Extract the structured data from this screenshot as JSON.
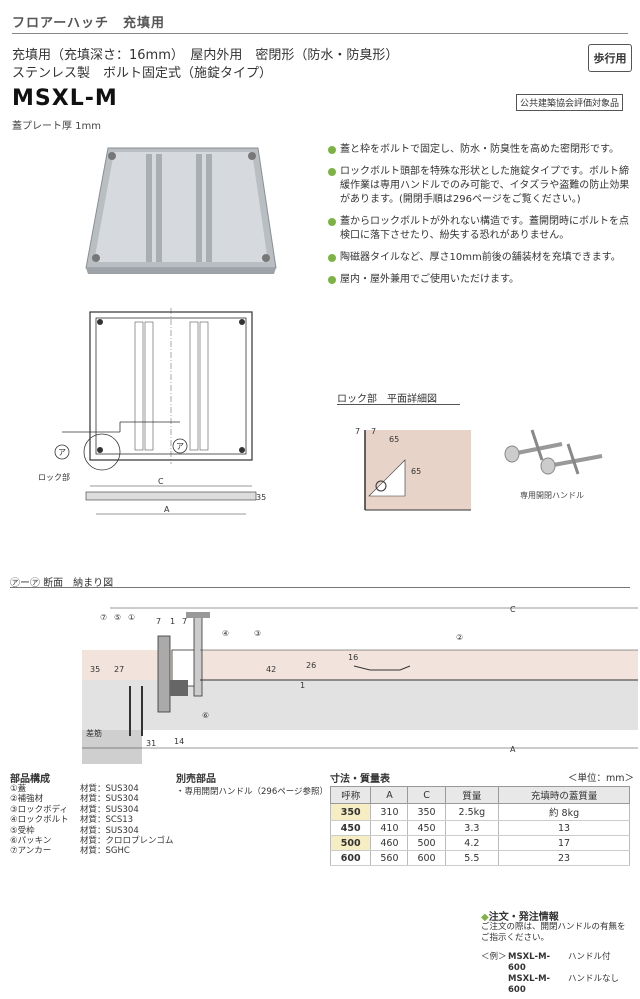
{
  "header": {
    "category": "フロアーハッチ　充填用",
    "spec_line1": "充填用（充填深さ：16mm）　屋内外用　密閉形（防水・防臭形）",
    "spec_line2": "ステンレス製　ボルト固定式（施錠タイプ）",
    "walk_badge": "歩行用",
    "model": "MSXL-M",
    "kouko_badge": "公共建築協会評価対象品",
    "plate_thickness": "蓋プレート厚 1mm"
  },
  "features": [
    "蓋と枠をボルトで固定し、防水・防臭性を高めた密閉形です。",
    "ロックボルト頭部を特殊な形状とした施錠タイプです。ボルト締緩作業は専用ハンドルでのみ可能で、イタズラや盗難の防止効果があります。(開閉手順は296ページをご覧ください。)",
    "蓋からロックボルトが外れない構造です。蓋開閉時にボルトを点検口に落下させたり、紛失する恐れがありません。",
    "陶磁器タイルなど、厚さ10mm前後の舗装材を充填できます。",
    "屋内・屋外兼用でご使用いただけます。"
  ],
  "plan_drawing": {
    "section_mark_a": "ア",
    "lock_label": "ロック部",
    "dim_c": "C",
    "dim_a": "A",
    "dim_35": "35"
  },
  "lock_detail": {
    "title": "ロック部　平面詳細図",
    "dim_7a": "7",
    "dim_7b": "7",
    "dim_65a": "65",
    "dim_65b": "65",
    "handle_caption": "専用開閉ハンドル"
  },
  "section": {
    "title": "㋐ー㋐ 断面　納まり図",
    "callouts": [
      "⑦",
      "⑤",
      "①",
      "②",
      "③",
      "④",
      "⑥"
    ],
    "dims": {
      "d7a": "7",
      "d1": "1",
      "d7b": "7",
      "d35": "35",
      "d27": "27",
      "d42": "42",
      "d26": "26",
      "d16": "16",
      "d1b": "1",
      "d31": "31",
      "d14": "14",
      "c": "C",
      "a": "A"
    },
    "rebar_label": "差筋"
  },
  "parts": {
    "title": "部品構成",
    "items": [
      {
        "name": "①蓋",
        "material": "材質：SUS304"
      },
      {
        "name": "②補強材",
        "material": "材質：SUS304"
      },
      {
        "name": "③ロックボディ",
        "material": "材質：SUS304"
      },
      {
        "name": "④ロックボルト",
        "material": "材質：SCS13"
      },
      {
        "name": "⑤受枠",
        "material": "材質：SUS304"
      },
      {
        "name": "⑥パッキン",
        "material": "材質：クロロプレンゴム"
      },
      {
        "name": "⑦アンカー",
        "material": "材質：SGHC"
      }
    ]
  },
  "optional": {
    "title": "別売部品",
    "item": "・専用開閉ハンドル（296ページ参照）"
  },
  "spec_table": {
    "title": "寸法・質量表",
    "unit": "＜単位：mm＞",
    "headers": [
      "呼称",
      "A",
      "C",
      "質量",
      "充填時の蓋質量"
    ],
    "rows": [
      [
        "350",
        "310",
        "350",
        "2.5kg",
        "約 8kg"
      ],
      [
        "450",
        "410",
        "450",
        "3.3",
        "13"
      ],
      [
        "500",
        "460",
        "500",
        "4.2",
        "17"
      ],
      [
        "600",
        "560",
        "600",
        "5.5",
        "23"
      ]
    ]
  },
  "order": {
    "title": "注文・発注情報",
    "text": "ご注文の際は、開閉ハンドルの有無をご指示ください。",
    "example_label": "＜例＞",
    "examples": [
      {
        "code": "MSXL-M-600",
        "note": "ハンドル付"
      },
      {
        "code": "MSXL-M-600",
        "note": "ハンドルなし"
      }
    ]
  },
  "colors": {
    "bullet": "#7cb342",
    "nominal_bg": "#f6edc2",
    "lock_bg": "#e7d3c8"
  }
}
